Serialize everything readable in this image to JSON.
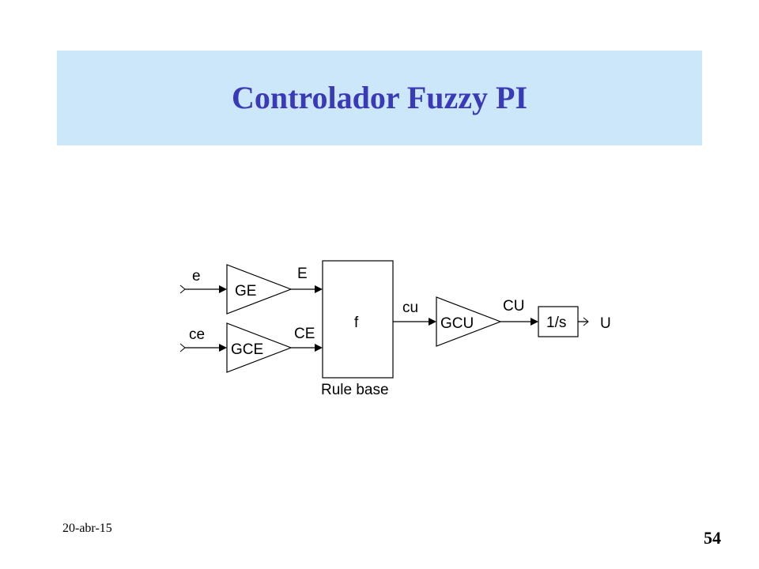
{
  "slide": {
    "title": "Controlador Fuzzy PI",
    "footer_date": "20-abr-15",
    "page_number": "54"
  },
  "diagram": {
    "inputs": {
      "e": "e",
      "ce": "ce"
    },
    "gains": {
      "ge": "GE",
      "gce": "GCE",
      "gcu": "GCU"
    },
    "signals": {
      "E": "E",
      "CE": "CE",
      "cu": "cu",
      "CU": "CU"
    },
    "rule_base": {
      "function_label": "f",
      "caption": "Rule base"
    },
    "integrator": "1/s",
    "output": "U"
  },
  "colors": {
    "title_band": "#cce6fa",
    "title_text": "#3a3ab8"
  }
}
